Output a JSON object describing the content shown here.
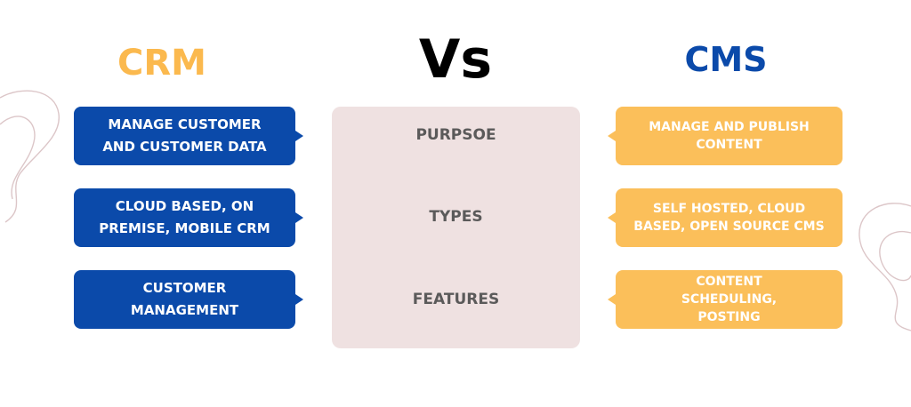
{
  "colors": {
    "background": "#ffffff",
    "crm_title": "#fbb94e",
    "cms_title": "#0b4aaa",
    "vs_title": "#000000",
    "crm_box": "#0b4aaa",
    "cms_box": "#fbbf5a",
    "center_panel": "#efe1e1",
    "center_text": "#5b5a5a",
    "decor_line": "#dcc6c8"
  },
  "headings": {
    "left": "CRM",
    "center": "Vs",
    "right": "CMS"
  },
  "left_column": {
    "items": [
      {
        "lines": [
          "MANAGE  CUSTOMER",
          "AND  CUSTOMER DATA"
        ]
      },
      {
        "lines": [
          "CLOUD BASED, ON",
          "PREMISE, MOBILE CRM"
        ]
      },
      {
        "lines": [
          "CUSTOMER",
          "MANAGEMENT"
        ]
      }
    ]
  },
  "center_column": {
    "labels": [
      "PURPSOE",
      "TYPES",
      "FEATURES"
    ]
  },
  "right_column": {
    "items": [
      {
        "lines": [
          "MANAGE AND PUBLISH",
          "CONTENT"
        ]
      },
      {
        "lines": [
          "SELF HOSTED, CLOUD",
          "BASED, OPEN SOURCE CMS"
        ]
      },
      {
        "lines": [
          "CONTENT",
          "SCHEDULING,",
          "POSTING"
        ]
      }
    ]
  }
}
